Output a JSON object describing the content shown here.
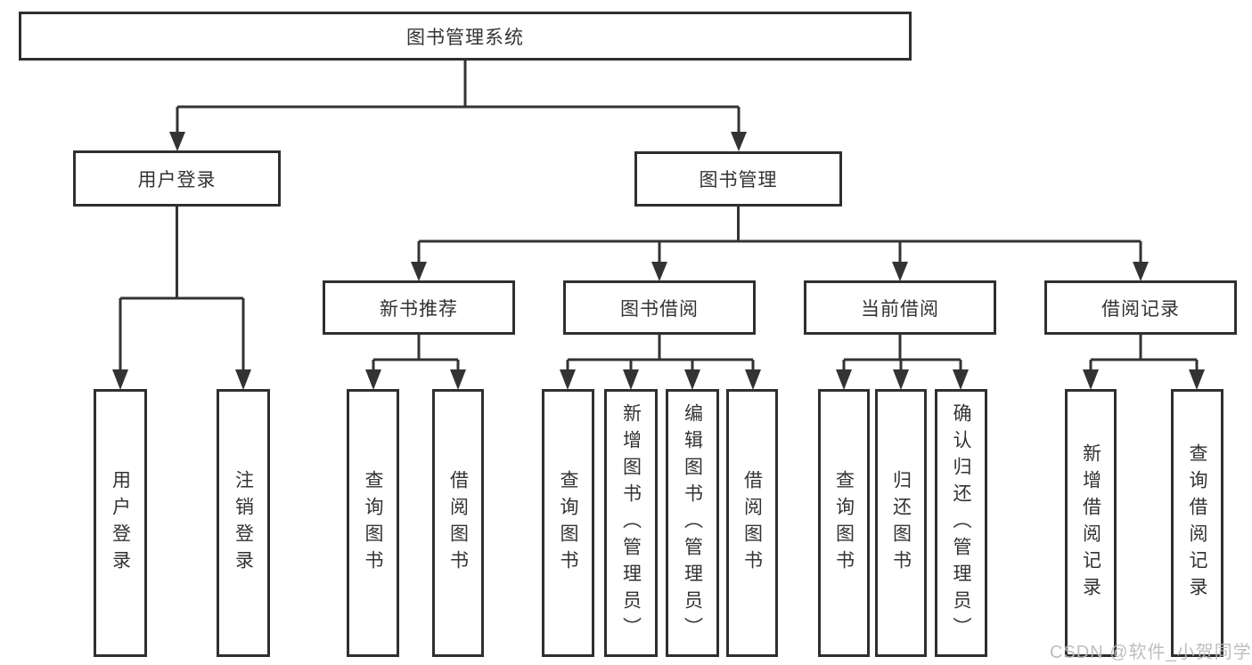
{
  "diagram_title": "图书管理系统",
  "nodes": {
    "root": {
      "label": "图书管理系统"
    },
    "level2": [
      {
        "label": "用户登录"
      },
      {
        "label": "图书管理"
      }
    ],
    "level3": [
      {
        "label": "新书推荐"
      },
      {
        "label": "图书借阅"
      },
      {
        "label": "当前借阅"
      },
      {
        "label": "借阅记录"
      }
    ],
    "leaves": [
      {
        "label": "用户登录",
        "parent": "用户登录"
      },
      {
        "label": "注销登录",
        "parent": "用户登录"
      },
      {
        "label": "查询图书",
        "parent": "新书推荐"
      },
      {
        "label": "借阅图书",
        "parent": "新书推荐"
      },
      {
        "label": "查询图书",
        "parent": "图书借阅"
      },
      {
        "label": "新增图书（管理员）",
        "parent": "图书借阅"
      },
      {
        "label": "编辑图书（管理员）",
        "parent": "图书借阅"
      },
      {
        "label": "借阅图书",
        "parent": "图书借阅"
      },
      {
        "label": "查询图书",
        "parent": "当前借阅"
      },
      {
        "label": "归还图书",
        "parent": "当前借阅"
      },
      {
        "label": "确认归还（管理员）",
        "parent": "当前借阅"
      },
      {
        "label": "新增借阅记录",
        "parent": "借阅记录"
      },
      {
        "label": "查询借阅记录",
        "parent": "借阅记录"
      }
    ]
  },
  "hierarchy": {
    "图书管理系统": [
      "用户登录",
      "图书管理"
    ],
    "用户登录": [
      "用户登录",
      "注销登录"
    ],
    "图书管理": [
      "新书推荐",
      "图书借阅",
      "当前借阅",
      "借阅记录"
    ],
    "新书推荐": [
      "查询图书",
      "借阅图书"
    ],
    "图书借阅": [
      "查询图书",
      "新增图书（管理员）",
      "编辑图书（管理员）",
      "借阅图书"
    ],
    "当前借阅": [
      "查询图书",
      "归还图书",
      "确认归还（管理员）"
    ],
    "借阅记录": [
      "新增借阅记录",
      "查询借阅记录"
    ]
  },
  "watermark": "CSDN @软件_小贺同学",
  "colors": {
    "line": "#333333",
    "box_border": "#2f2f2f",
    "text": "#333333",
    "background": "#ffffff",
    "watermark": "#b8babe"
  }
}
